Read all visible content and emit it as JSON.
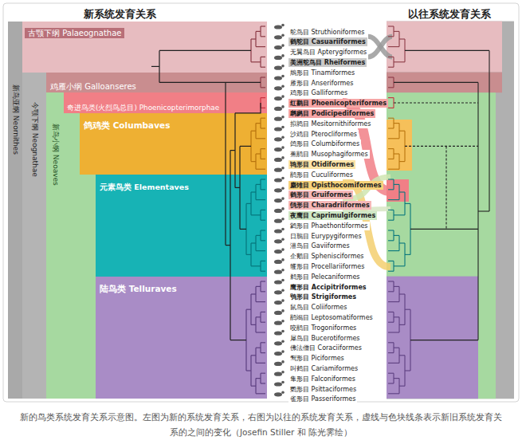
{
  "diagram": {
    "caption": "新的鸟类系统发育关系示意图。左图为新的系统发育关系，右图为以往的系统发育关系，虚线与色块线条表示新旧系统发育关系的之间的变化（Josefin Stiller 和 陈光霁绘）",
    "nodes": [
      {
        "text": [
          "新鸟亚纲 Neornithes"
        ]
      },
      {
        "text": [
          "古颚下纲 Palaeognathae"
        ],
        "in": 0
      },
      {
        "text": [
          "今颚下纲 Neognathae"
        ],
        "in": 0
      },
      {
        "text": [
          "鸡雁小纲 Galloanseres"
        ],
        "in": 2
      },
      {
        "text": [
          "新鸟小纲 Neoaves"
        ],
        "in": 2
      },
      {
        "text": [
          "奇进鸟类(火烈鸟总目) Phoenicopterimorphae"
        ],
        "in": 4
      },
      {
        "text": [
          "鸽鸡类 Columbaves"
        ],
        "in": 4
      },
      {
        "text": [
          "元素鸟类 Elementaves"
        ],
        "in": 4
      },
      {
        "text": [
          "陆鸟类 Telluraves"
        ],
        "in": 4
      }
    ],
    "labels": [
      "新系统发育关系",
      "以往系统发育关系",
      "鸵鸟目 Struthioniformes",
      "鹤鸵目 Casuariiformes",
      "无翼鸟目 Apterygiformes",
      "美洲鸵鸟目 Rheiformes",
      "䳍形目 Tinamiformes",
      "雁形目 Anseriformes",
      "鸡形目 Galliformes",
      "红鹳目 Phoenicopteriformes",
      "䴙䴘目 Podicipediformes",
      "拟鹑目 Mesitornithiformes",
      "沙鸡目 Pterocliformes",
      "鸽形目 Columbiformes",
      "蕉鹃目 Musophagiformes",
      "鸨形目 Otidiformes",
      "鹃形目 Cuculiformes",
      "麝雉目 Opisthocomiformes",
      "鹤形目 Gruiformes",
      "鸻形目 Charadriiformes",
      "夜鹰目 Caprimulgiformes",
      "鹲形目 Phaethontiformes",
      "日鳽目 Eurypygiformes",
      "潜鸟目 Gaviiformes",
      "企鹅目 Sphenisciformes",
      "鹱形目 Procellariiformes",
      "鹈形目 Pelecaniformes",
      "鹰形目 Accipitriformes",
      "鸮形目 Strigiformes",
      "鼠鸟目 Coliiformes",
      "鹃鴗目 Leptosomatiformes",
      "咬鹃目 Trogoniformes",
      "犀鸟目 Bucerotiformes",
      "佛法僧目 Coraciiformes",
      "䴕形目 Piciformes",
      "叫鹤目 Cariamiformes",
      "隼形目 Falconiformes",
      "鹦形目 Psittaciformes",
      "雀形目 Passeriformes"
    ]
  }
}
